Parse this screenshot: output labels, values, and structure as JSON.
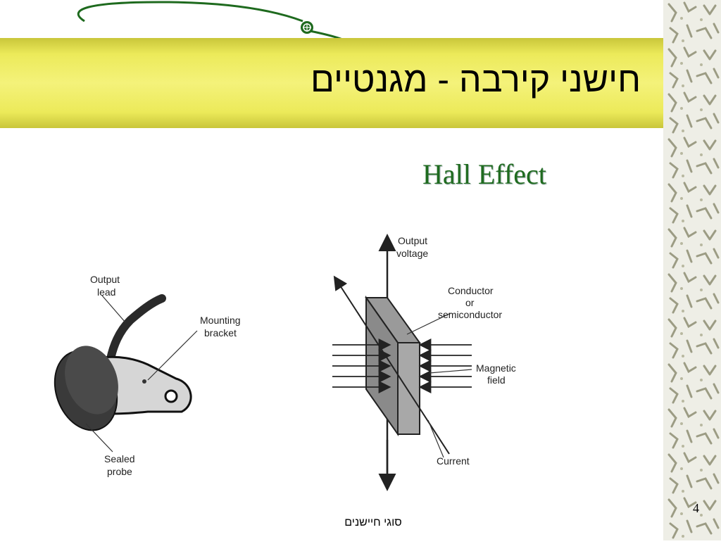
{
  "slide": {
    "title": "חישני קירבה - מגנטיים",
    "subtitle": "Hall Effect",
    "footer": "סוגי חיישנים",
    "page_number": "4"
  },
  "left_figure": {
    "output_lead": [
      "Output",
      "lead"
    ],
    "mounting_bracket": [
      "Mounting",
      "bracket"
    ],
    "sealed_probe": [
      "Sealed",
      "probe"
    ]
  },
  "right_figure": {
    "output_voltage": [
      "Output",
      "voltage"
    ],
    "conductor": [
      "Conductor",
      "or",
      "semiconductor"
    ],
    "magnetic_field": [
      "Magnetic",
      "field"
    ],
    "current": "Current"
  },
  "colors": {
    "title_band": "#f4f27a",
    "subtitle": "#1f6b1f",
    "ornament_green": "#1e6a1e"
  }
}
